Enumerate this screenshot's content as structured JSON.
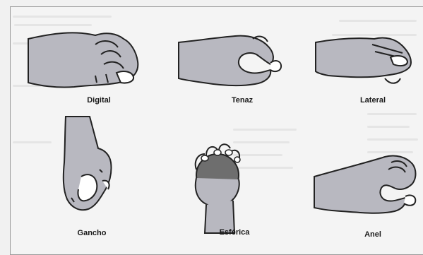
{
  "figure": {
    "grips": [
      {
        "id": "digital",
        "label": "Digital",
        "icon": "digital-grip-hand"
      },
      {
        "id": "tenaz",
        "label": "Tenaz",
        "icon": "pinch-grip-hand"
      },
      {
        "id": "lateral",
        "label": "Lateral",
        "icon": "lateral-grip-hand"
      },
      {
        "id": "gancho",
        "label": "Gancho",
        "icon": "hook-grip-hand"
      },
      {
        "id": "esferica",
        "label": "Esférica",
        "icon": "spherical-grip-hand"
      },
      {
        "id": "anel",
        "label": "Anel",
        "icon": "ring-grip-hand"
      }
    ]
  }
}
